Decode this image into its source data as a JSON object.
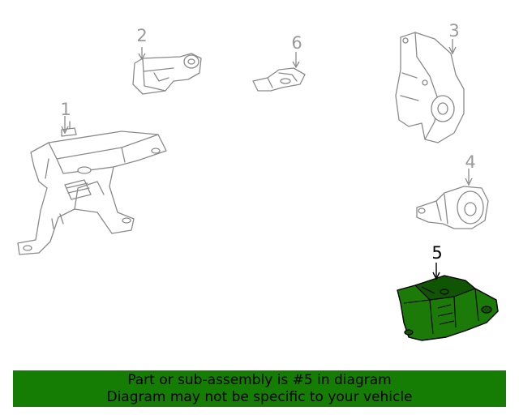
{
  "callouts": [
    {
      "id": "1",
      "label": "1",
      "active": false
    },
    {
      "id": "2",
      "label": "2",
      "active": false
    },
    {
      "id": "3",
      "label": "3",
      "active": false
    },
    {
      "id": "4",
      "label": "4",
      "active": false
    },
    {
      "id": "5",
      "label": "5",
      "active": true
    },
    {
      "id": "6",
      "label": "6",
      "active": false
    }
  ],
  "banner": {
    "line1": "Part or sub-assembly is #5 in diagram",
    "line2": "Diagram may not be specific to your vehicle",
    "color": "#157d04"
  },
  "colors": {
    "highlight": "#1b7a08",
    "outline": "#8a8a8a",
    "callout_inactive": "#9a9a9a"
  }
}
